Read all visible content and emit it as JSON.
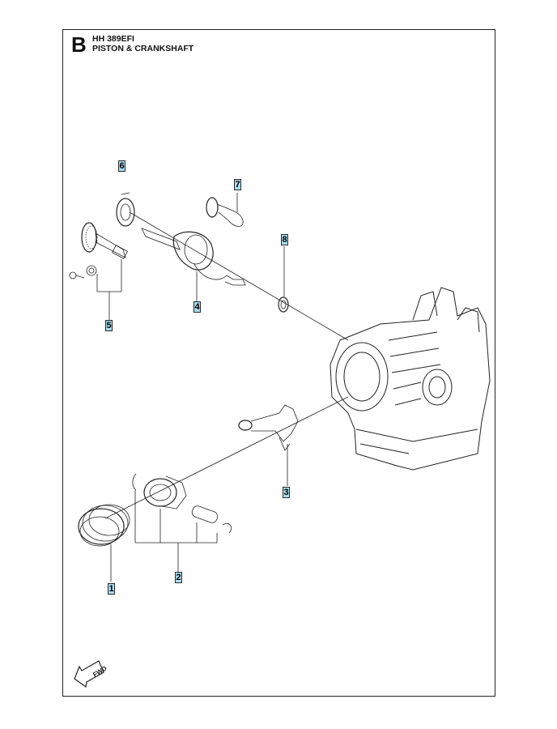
{
  "header": {
    "section_letter": "B",
    "model": "HH 389EFI",
    "title": "PISTON & CRANKSHAFT"
  },
  "callouts": [
    {
      "id": "callout-1",
      "label": "1",
      "part": "piston-rings"
    },
    {
      "id": "callout-2",
      "label": "2",
      "part": "piston-pin-clips"
    },
    {
      "id": "callout-3",
      "label": "3",
      "part": "connecting-rod"
    },
    {
      "id": "callout-4",
      "label": "4",
      "part": "crankshaft"
    },
    {
      "id": "callout-5",
      "label": "5",
      "part": "gear-bolts"
    },
    {
      "id": "callout-6",
      "label": "6",
      "part": "bearing"
    },
    {
      "id": "callout-7",
      "label": "7",
      "part": "balancer"
    },
    {
      "id": "callout-8",
      "label": "8",
      "part": "oil-seal"
    }
  ],
  "direction_marker": {
    "label": "FWD",
    "icon": "fwd-arrow-icon"
  },
  "colors": {
    "callout_fill": "#a8dcef",
    "line": "#222222"
  }
}
